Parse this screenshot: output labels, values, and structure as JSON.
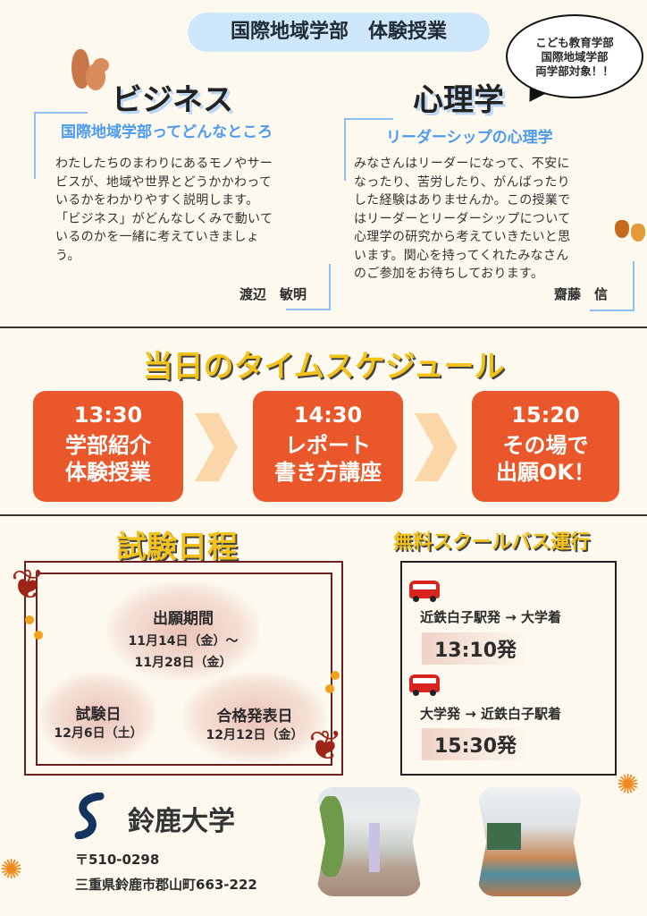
{
  "header": {
    "title": "国際地域学部　体験授業",
    "bubble": [
      "こども教育学部",
      "国際地域学部",
      "両学部対象！！"
    ]
  },
  "business": {
    "heading": "ビジネス",
    "subtitle": "国際地域学部ってどんなところ",
    "lines": [
      "わたしたちのまわりにあるモノやサー",
      "ビスが、地域や世界とどうかかわって",
      "いるかをわかりやすく説明します。",
      "「ビジネス」がどんなしくみで動いて",
      "いるのかを一緒に考えていきましょ",
      "う。"
    ],
    "teacher": "渡辺　敏明"
  },
  "psychology": {
    "heading": "心理学",
    "subtitle": "リーダーシップの心理学",
    "lines": [
      "みなさんはリーダーになって、不安に",
      "なったり、苦労したり、がんばったり",
      "した経験はありませんか。この授業で",
      "はリーダーとリーダーシップについて",
      "心理学の研究から考えていきたいと思",
      "います。関心を持ってくれたみなさん",
      "のご参加をお待ちしております。"
    ],
    "teacher": "齋藤　信"
  },
  "schedule": {
    "heading": "当日のタイムスケジュール",
    "items": [
      {
        "time": "13:30",
        "l1": "学部紹介",
        "l2": "体験授業"
      },
      {
        "time": "14:30",
        "l1": "レポート",
        "l2": "書き方講座"
      },
      {
        "time": "15:20",
        "l1": "その場で",
        "l2": "出願OK！"
      }
    ]
  },
  "exam": {
    "heading": "試験日程",
    "application": {
      "label": "出願期間",
      "from": "11月14日（金）～",
      "to": "11月28日（金）"
    },
    "exam_day": {
      "label": "試験日",
      "date": "12月6日（土）"
    },
    "result": {
      "label": "合格発表日",
      "date": "12月12日（金）"
    }
  },
  "bus": {
    "heading": "無料スクールバス運行",
    "routes": [
      {
        "route": "近鉄白子駅発 → 大学着",
        "time": "13:10発"
      },
      {
        "route": "大学発 → 近鉄白子駅着",
        "time": "15:30発"
      }
    ]
  },
  "university": {
    "name": "鈴鹿大学",
    "postal": "〒510-0298",
    "address": "三重県鈴鹿市郡山町663-222"
  },
  "colors": {
    "accent": "#e9572a",
    "blue": "#4d9bf0",
    "yellow": "#f2c21a",
    "maroon": "#6b1f1f"
  }
}
